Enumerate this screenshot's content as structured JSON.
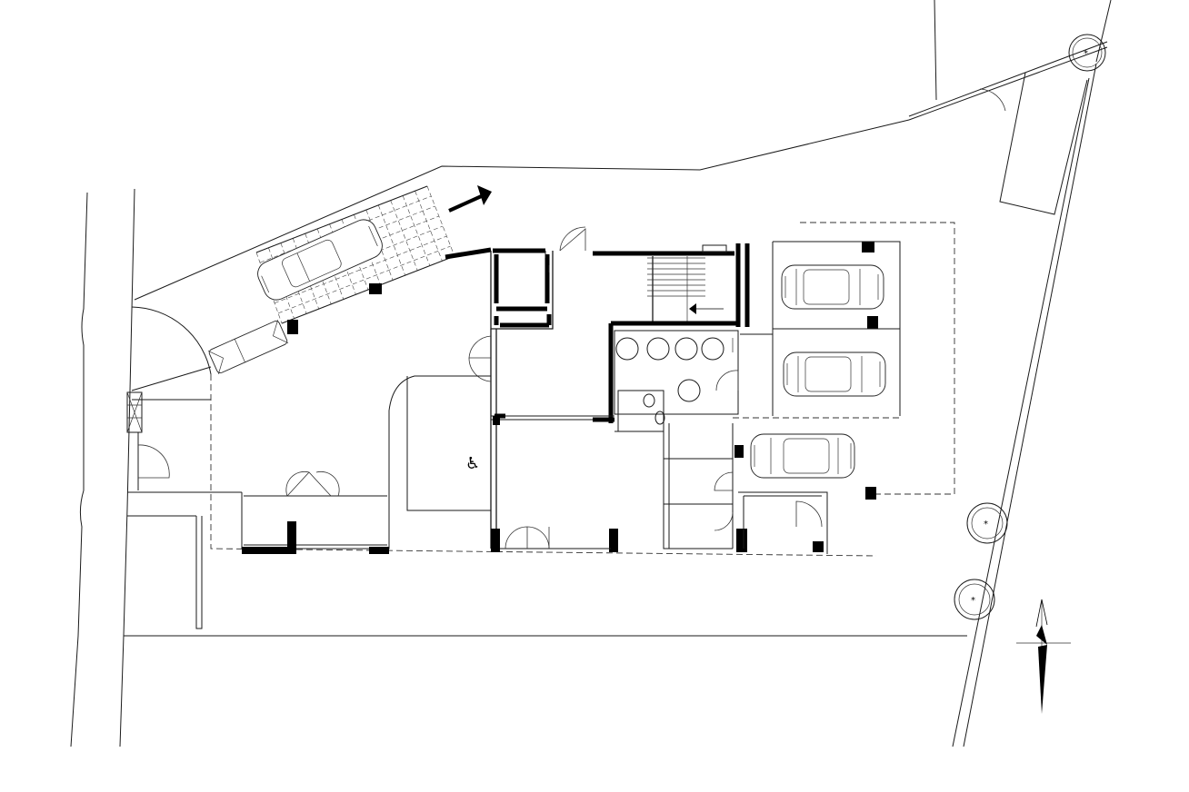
{
  "drawing": {
    "kind": "architectural ground floor site plan",
    "line_color": "#1a1a1a",
    "wall_color": "#000000",
    "background": "#ffffff"
  },
  "icons": {
    "entrance_arrow": "arrow-up-right-icon",
    "wheelchair": "wheelchair-icon",
    "north": "north-arrow-icon",
    "tree": "tree-icon",
    "stair_arrow": "stair-direction-icon"
  },
  "symbols": {
    "wheelchair_glyph": "♿"
  },
  "parking": {
    "visible_cars": 4,
    "ramp_car_count": 1,
    "garage_car_count": 3
  },
  "trees": {
    "count": 3
  }
}
